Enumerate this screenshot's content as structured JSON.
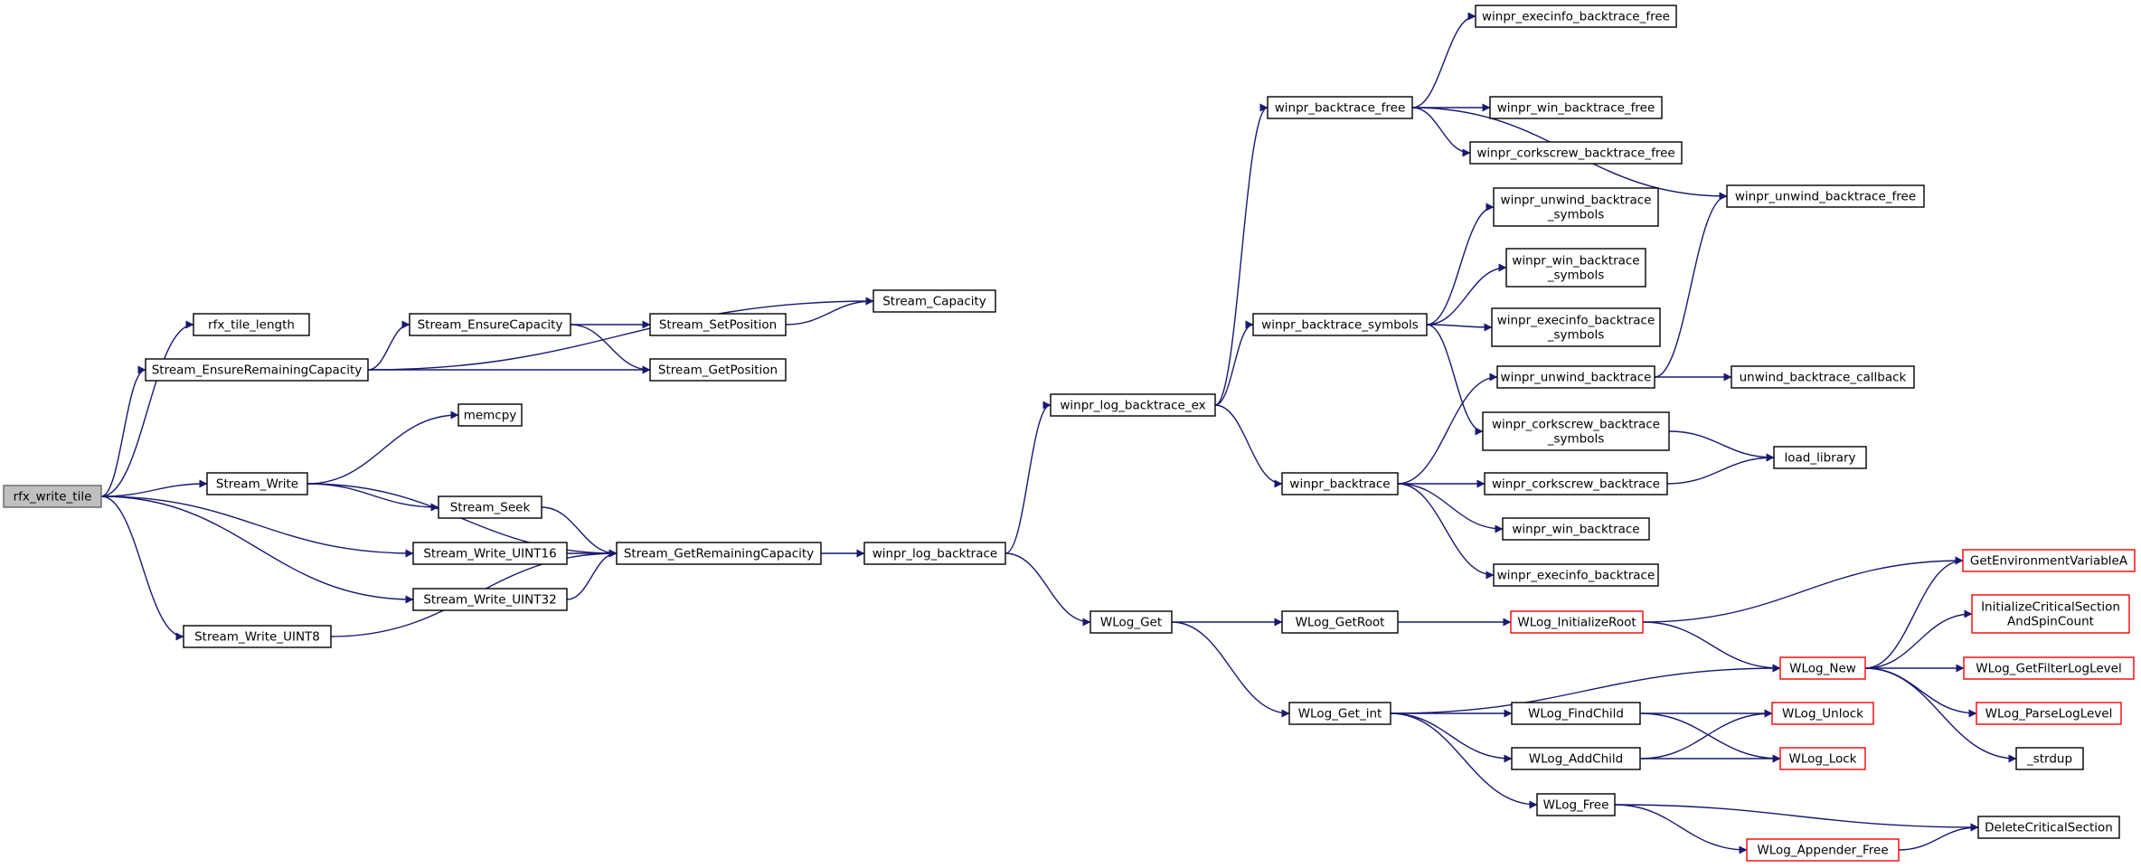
{
  "graph": {
    "colors": {
      "edge": "#191970",
      "root_fill": "#bfbfbf",
      "node_border": "#000000",
      "truncated_border": "#ff0000"
    },
    "nodes": {
      "rfx_write_tile": {
        "label": [
          "rfx_write_tile"
        ],
        "kind": "root"
      },
      "rfx_tile_length": {
        "label": [
          "rfx_tile_length"
        ]
      },
      "Stream_EnsureRemainingCapacity": {
        "label": [
          "Stream_EnsureRemainingCapacity"
        ]
      },
      "Stream_Write": {
        "label": [
          "Stream_Write"
        ]
      },
      "Stream_Write_UINT16": {
        "label": [
          "Stream_Write_UINT16"
        ]
      },
      "Stream_Write_UINT32": {
        "label": [
          "Stream_Write_UINT32"
        ]
      },
      "Stream_Write_UINT8": {
        "label": [
          "Stream_Write_UINT8"
        ]
      },
      "Stream_EnsureCapacity": {
        "label": [
          "Stream_EnsureCapacity"
        ]
      },
      "Stream_Capacity": {
        "label": [
          "Stream_Capacity"
        ]
      },
      "Stream_GetPosition": {
        "label": [
          "Stream_GetPosition"
        ]
      },
      "Stream_SetPosition": {
        "label": [
          "Stream_SetPosition"
        ]
      },
      "memcpy": {
        "label": [
          "memcpy"
        ]
      },
      "Stream_Seek": {
        "label": [
          "Stream_Seek"
        ]
      },
      "Stream_GetRemainingCapacity": {
        "label": [
          "Stream_GetRemainingCapacity"
        ]
      },
      "winpr_log_backtrace": {
        "label": [
          "winpr_log_backtrace"
        ]
      },
      "winpr_log_backtrace_ex": {
        "label": [
          "winpr_log_backtrace_ex"
        ]
      },
      "WLog_Get": {
        "label": [
          "WLog_Get"
        ]
      },
      "winpr_backtrace_free": {
        "label": [
          "winpr_backtrace_free"
        ]
      },
      "winpr_backtrace_symbols": {
        "label": [
          "winpr_backtrace_symbols"
        ]
      },
      "winpr_backtrace": {
        "label": [
          "winpr_backtrace"
        ]
      },
      "WLog_GetRoot": {
        "label": [
          "WLog_GetRoot"
        ]
      },
      "WLog_Get_int": {
        "label": [
          "WLog_Get_int"
        ]
      },
      "winpr_execinfo_backtrace_free": {
        "label": [
          "winpr_execinfo_backtrace_free"
        ]
      },
      "winpr_win_backtrace_free": {
        "label": [
          "winpr_win_backtrace_free"
        ]
      },
      "winpr_corkscrew_backtrace_free": {
        "label": [
          "winpr_corkscrew_backtrace_free"
        ]
      },
      "winpr_unwind_backtrace_free": {
        "label": [
          "winpr_unwind_backtrace_free"
        ]
      },
      "winpr_unwind_backtrace_symbols": {
        "label": [
          "winpr_unwind_backtrace",
          "_symbols"
        ]
      },
      "winpr_win_backtrace_symbols": {
        "label": [
          "winpr_win_backtrace",
          "_symbols"
        ]
      },
      "winpr_execinfo_backtrace_symbols": {
        "label": [
          "winpr_execinfo_backtrace",
          "_symbols"
        ]
      },
      "winpr_unwind_backtrace": {
        "label": [
          "winpr_unwind_backtrace"
        ]
      },
      "unwind_backtrace_callback": {
        "label": [
          "unwind_backtrace_callback"
        ]
      },
      "winpr_corkscrew_backtrace_symbols": {
        "label": [
          "winpr_corkscrew_backtrace",
          "_symbols"
        ]
      },
      "load_library": {
        "label": [
          "load_library"
        ]
      },
      "winpr_corkscrew_backtrace": {
        "label": [
          "winpr_corkscrew_backtrace"
        ]
      },
      "winpr_win_backtrace": {
        "label": [
          "winpr_win_backtrace"
        ]
      },
      "winpr_execinfo_backtrace": {
        "label": [
          "winpr_execinfo_backtrace"
        ]
      },
      "WLog_InitializeRoot": {
        "label": [
          "WLog_InitializeRoot"
        ],
        "kind": "red"
      },
      "GetEnvironmentVariableA": {
        "label": [
          "GetEnvironmentVariableA"
        ],
        "kind": "red"
      },
      "InitializeCriticalSectionAndSpinCount": {
        "label": [
          "InitializeCriticalSection",
          "AndSpinCount"
        ],
        "kind": "red"
      },
      "WLog_New": {
        "label": [
          "WLog_New"
        ],
        "kind": "red"
      },
      "WLog_GetFilterLogLevel": {
        "label": [
          "WLog_GetFilterLogLevel"
        ],
        "kind": "red"
      },
      "WLog_ParseLogLevel": {
        "label": [
          "WLog_ParseLogLevel"
        ],
        "kind": "red"
      },
      "_strdup": {
        "label": [
          "_strdup"
        ]
      },
      "WLog_FindChild": {
        "label": [
          "WLog_FindChild"
        ]
      },
      "WLog_Unlock": {
        "label": [
          "WLog_Unlock"
        ],
        "kind": "red"
      },
      "WLog_AddChild": {
        "label": [
          "WLog_AddChild"
        ]
      },
      "WLog_Lock": {
        "label": [
          "WLog_Lock"
        ],
        "kind": "red"
      },
      "WLog_Free": {
        "label": [
          "WLog_Free"
        ]
      },
      "DeleteCriticalSection": {
        "label": [
          "DeleteCriticalSection"
        ]
      },
      "WLog_Appender_Free": {
        "label": [
          "WLog_Appender_Free"
        ],
        "kind": "red"
      }
    },
    "edges": [
      [
        "rfx_write_tile",
        "rfx_tile_length"
      ],
      [
        "rfx_write_tile",
        "Stream_EnsureRemainingCapacity"
      ],
      [
        "rfx_write_tile",
        "Stream_Write"
      ],
      [
        "rfx_write_tile",
        "Stream_Write_UINT16"
      ],
      [
        "rfx_write_tile",
        "Stream_Write_UINT32"
      ],
      [
        "rfx_write_tile",
        "Stream_Write_UINT8"
      ],
      [
        "Stream_EnsureRemainingCapacity",
        "Stream_Capacity"
      ],
      [
        "Stream_EnsureRemainingCapacity",
        "Stream_EnsureCapacity"
      ],
      [
        "Stream_EnsureRemainingCapacity",
        "Stream_GetPosition"
      ],
      [
        "Stream_EnsureCapacity",
        "Stream_SetPosition"
      ],
      [
        "Stream_EnsureCapacity",
        "Stream_GetPosition"
      ],
      [
        "Stream_SetPosition",
        "Stream_Capacity"
      ],
      [
        "Stream_Write",
        "memcpy"
      ],
      [
        "Stream_Write",
        "Stream_Seek"
      ],
      [
        "Stream_Write",
        "Stream_GetRemainingCapacity"
      ],
      [
        "Stream_Seek",
        "Stream_GetRemainingCapacity"
      ],
      [
        "Stream_Write_UINT16",
        "Stream_GetRemainingCapacity"
      ],
      [
        "Stream_Write_UINT32",
        "Stream_GetRemainingCapacity"
      ],
      [
        "Stream_Write_UINT8",
        "Stream_GetRemainingCapacity"
      ],
      [
        "Stream_GetRemainingCapacity",
        "winpr_log_backtrace"
      ],
      [
        "winpr_log_backtrace",
        "winpr_log_backtrace_ex"
      ],
      [
        "winpr_log_backtrace",
        "WLog_Get"
      ],
      [
        "winpr_log_backtrace_ex",
        "winpr_backtrace_free"
      ],
      [
        "winpr_log_backtrace_ex",
        "winpr_backtrace_symbols"
      ],
      [
        "winpr_log_backtrace_ex",
        "winpr_backtrace"
      ],
      [
        "winpr_backtrace_free",
        "winpr_execinfo_backtrace_free"
      ],
      [
        "winpr_backtrace_free",
        "winpr_unwind_backtrace_free"
      ],
      [
        "winpr_backtrace_free",
        "winpr_win_backtrace_free"
      ],
      [
        "winpr_backtrace_free",
        "winpr_corkscrew_backtrace_free"
      ],
      [
        "winpr_backtrace_symbols",
        "winpr_unwind_backtrace_symbols"
      ],
      [
        "winpr_backtrace_symbols",
        "winpr_win_backtrace_symbols"
      ],
      [
        "winpr_backtrace_symbols",
        "winpr_execinfo_backtrace_symbols"
      ],
      [
        "winpr_backtrace_symbols",
        "winpr_corkscrew_backtrace_symbols"
      ],
      [
        "winpr_backtrace",
        "winpr_unwind_backtrace"
      ],
      [
        "winpr_backtrace",
        "winpr_corkscrew_backtrace"
      ],
      [
        "winpr_backtrace",
        "winpr_win_backtrace"
      ],
      [
        "winpr_backtrace",
        "winpr_execinfo_backtrace"
      ],
      [
        "winpr_unwind_backtrace",
        "winpr_unwind_backtrace_free"
      ],
      [
        "winpr_unwind_backtrace",
        "unwind_backtrace_callback"
      ],
      [
        "winpr_corkscrew_backtrace_symbols",
        "load_library"
      ],
      [
        "winpr_corkscrew_backtrace",
        "load_library"
      ],
      [
        "WLog_Get",
        "WLog_GetRoot"
      ],
      [
        "WLog_Get",
        "WLog_Get_int"
      ],
      [
        "WLog_GetRoot",
        "WLog_InitializeRoot"
      ],
      [
        "WLog_InitializeRoot",
        "GetEnvironmentVariableA"
      ],
      [
        "WLog_InitializeRoot",
        "WLog_New"
      ],
      [
        "WLog_New",
        "GetEnvironmentVariableA"
      ],
      [
        "WLog_New",
        "InitializeCriticalSectionAndSpinCount"
      ],
      [
        "WLog_New",
        "WLog_GetFilterLogLevel"
      ],
      [
        "WLog_New",
        "WLog_ParseLogLevel"
      ],
      [
        "WLog_New",
        "_strdup"
      ],
      [
        "WLog_Get_int",
        "WLog_New"
      ],
      [
        "WLog_Get_int",
        "WLog_FindChild"
      ],
      [
        "WLog_Get_int",
        "WLog_AddChild"
      ],
      [
        "WLog_Get_int",
        "WLog_Free"
      ],
      [
        "WLog_FindChild",
        "WLog_Unlock"
      ],
      [
        "WLog_FindChild",
        "WLog_Lock"
      ],
      [
        "WLog_AddChild",
        "WLog_Unlock"
      ],
      [
        "WLog_AddChild",
        "WLog_Lock"
      ],
      [
        "WLog_Free",
        "DeleteCriticalSection"
      ],
      [
        "WLog_Free",
        "WLog_Appender_Free"
      ],
      [
        "WLog_Appender_Free",
        "DeleteCriticalSection"
      ]
    ]
  }
}
